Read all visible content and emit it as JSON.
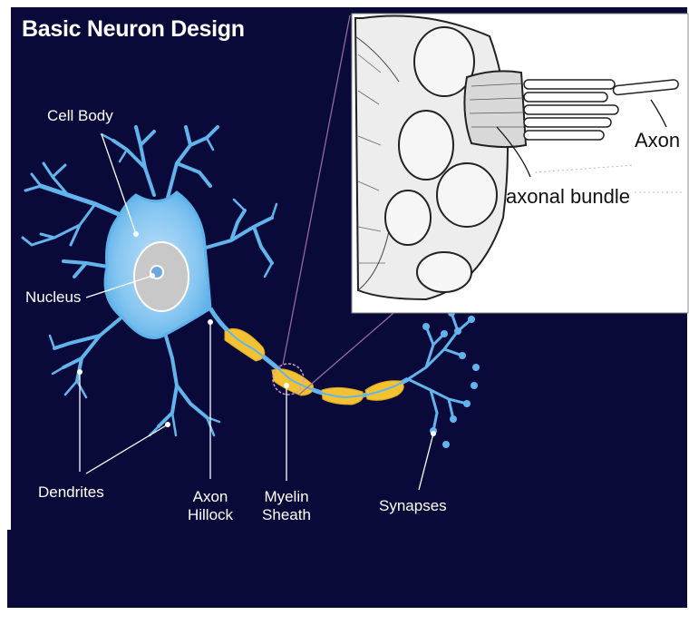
{
  "title": "Basic Neuron Design",
  "labels": {
    "cell_body": "Cell Body",
    "nucleus": "Nucleus",
    "dendrites": "Dendrites",
    "axon_hillock_line1": "Axon",
    "axon_hillock_line2": "Hillock",
    "myelin_line1": "Myelin",
    "myelin_line2": "Sheath",
    "synapses": "Synapses"
  },
  "inset": {
    "axon": "Axon",
    "axonal_bundle": "axonal bundle"
  },
  "colors": {
    "background": "#0a0a3a",
    "neuron": "#5fb2ea",
    "myelin": "#f2c232",
    "inset_bg": "#ffffff"
  }
}
